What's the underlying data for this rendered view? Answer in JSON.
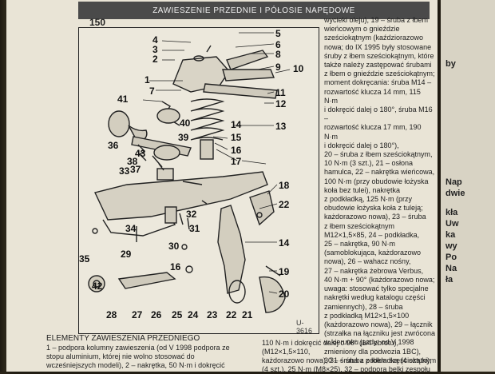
{
  "header": {
    "title": "ZAWIESZENIE PRZEDNIE I PÓŁOSIE NAPĘDOWE",
    "page_number": "150"
  },
  "figure": {
    "code": "U-3616",
    "callouts": [
      "1",
      "2",
      "3",
      "4",
      "5",
      "6",
      "7",
      "8",
      "9",
      "10",
      "11",
      "12",
      "13",
      "14",
      "15",
      "16",
      "17",
      "18",
      "19",
      "20",
      "21",
      "22",
      "23",
      "24",
      "25",
      "26",
      "27",
      "28",
      "29",
      "30",
      "31",
      "32",
      "33",
      "34",
      "35",
      "36",
      "37",
      "38",
      "39",
      "40",
      "41",
      "42",
      "43",
      "14",
      "22"
    ]
  },
  "right_column": {
    "text": "wycieki oleju), 19 – śruba z łbem\nwieńcowym o gnieździe\nsześciokątnym (kaździorazowo\nnowa; do IX 1995 były stosowane\nśruby z łbem sześciokątnym, które\ntakże należy zastępować śrubami\nz łbem o gnieździe sześciokątnym;\nmoment dokręcania: śruba M14 –\nrozwartość klucza 14 mm, 115 N·m\ni dokręcić dalej o 180°, śruba M16 –\nrozwartość klucza 17 mm, 190 N·m\ni dokręcić dalej o 180°),\n20 – śruba z łbem sześciokątnym,\n10 N·m (3 szt.), 21 – osłona\nhamulca, 22 – nakrętka wieńcowa,\n100 N·m (przy obudowie łożyska\nkoła bez tulei), nakrętka\nz podkładką, 125 N·m (przy\nobudowie łożyska koła z tuleją;\nkażdorazowo nowa), 23 – śruba\nz łbem sześciokątnym\nM12×1,5×85, 24 – podkładka,\n25 – nakrętka, 90 N·m\n(samoblokująca, każdorazowo\nnowa), 26 – wahacz nośny,\n27 – nakrętka żebrowa Verbus,\n40 N·m + 90° (każdorazowo nowa;\nuwaga: stosować tylko specjalne\nnakrętki według katalogu części\nzamiennych), 28 – śruba\nz podkładką M12×1,5×100\n(każdorazowo nowa), 29 – łącznik\n(strzałka na łączniku jest zwrócona\nw kierunku jazdy; od V 1998\nzmieniony dla podwozia 1BC),\n30 – śruba z podkładką (4 sztuki),"
  },
  "caption": {
    "title": "ELEMENTY ZAWIESZENIA PRZEDNIEGO",
    "text": "1 – podpora kolumny zawieszenia (od V 1998 podpora ze\nstopu aluminium, której nie wolno stosować do\nwcześniejszych modeli), 2 – nakrętka, 50 N·m i dokręcić"
  },
  "bottom_column": {
    "text": "110 N·m i dokręcić dalej o 90° (1/4 obrotu), (M12×1,5×110,\nkażdorazowo nowa), 31 – śruba z łbem sześciokątnym\n(4 szt.), 25 N·m (M8×25), 32 – podpora belki zespołu"
  },
  "adjacent_page": {
    "lines": [
      "Nap",
      "dwie",
      "by",
      "kła",
      "Uw",
      "ka",
      "wy",
      "Po",
      "Na",
      "ła"
    ]
  }
}
